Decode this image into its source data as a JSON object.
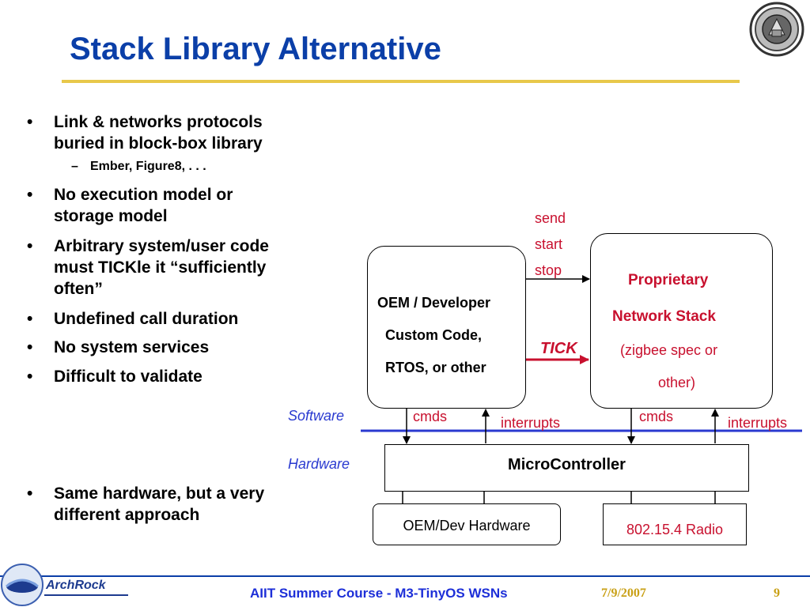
{
  "slide": {
    "title": "Stack Library Alternative",
    "bullets": [
      {
        "lines": [
          "Link & networks protocols",
          "buried in block-box library"
        ]
      },
      {
        "lines": [
          "No execution model or",
          "storage model"
        ]
      },
      {
        "lines": [
          "Arbitrary system/user code",
          "must TICKle it “sufficiently",
          "often”"
        ]
      },
      {
        "lines": [
          "Undefined call duration"
        ]
      },
      {
        "lines": [
          "No system services"
        ]
      },
      {
        "lines": [
          "Difficult to validate"
        ]
      },
      {
        "lines": [
          "Same hardware, but a very",
          "different approach"
        ]
      }
    ],
    "sub_bullet": "Ember, Figure8, . . .",
    "bullet_glyph": "•",
    "sub_glyph": "–"
  },
  "diagram": {
    "oem_box": [
      "OEM / Developer",
      "Custom Code,",
      "RTOS, or other"
    ],
    "stack_box": [
      "Proprietary",
      "Network Stack",
      "(zigbee spec or",
      "other)"
    ],
    "send_labels": [
      "send",
      "start",
      "stop"
    ],
    "tick_label": "TICK",
    "software_label": "Software",
    "hardware_label": "Hardware",
    "cmds_label": "cmds",
    "interrupts_label": "interrupts",
    "microcontroller": "MicroController",
    "oem_hw": "OEM/Dev Hardware",
    "radio": "802.15.4 Radio"
  },
  "footer": {
    "logo_text": "ArchRock",
    "course": "AIIT Summer Course - M3-TinyOS WSNs",
    "date": "7/9/2007",
    "page": "9"
  }
}
